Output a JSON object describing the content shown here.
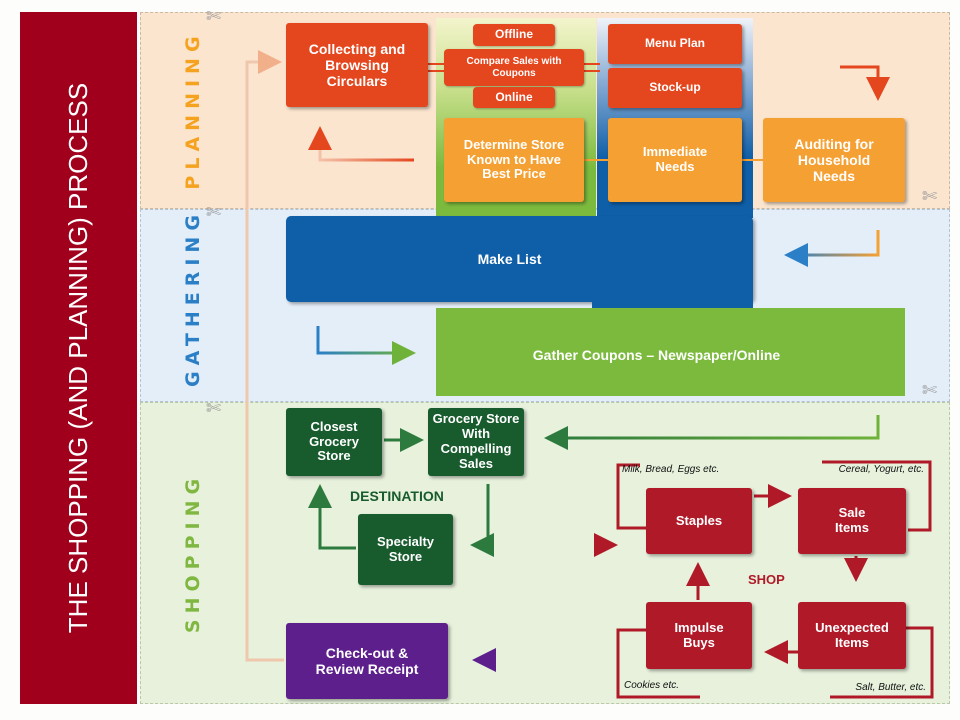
{
  "title": "THE SHOPPING (AND PLANNING) PROCESS",
  "colors": {
    "title_bar": "#a0001c",
    "planning_band": "#fbe5cf",
    "gathering_band": "#e4eef9",
    "shopping_band": "#e7f1dc",
    "planning_label": "#f5a21e",
    "gathering_label": "#2a7fc7",
    "shopping_label": "#7fb740",
    "orange_red": "#e4461e",
    "orange": "#f5a032",
    "blue": "#0f5fa8",
    "green_light": "#7cba3e",
    "green_dark": "#185c2e",
    "red": "#b01a28",
    "purple": "#5c1f8c"
  },
  "sections": {
    "planning": "PLANNING",
    "gathering": "GATHERING",
    "shopping": "SHOPPING"
  },
  "planning": {
    "collecting": "Collecting and Browsing Circulars",
    "offline": "Offline",
    "compare": "Compare Sales with Coupons",
    "online": "Online",
    "menu_plan": "Menu Plan",
    "stock_up": "Stock-up",
    "determine": "Determine Store Known to Have Best Price",
    "immediate": "Immediate Needs",
    "auditing": "Auditing for Household Needs"
  },
  "gathering": {
    "make_list": "Make List",
    "gather_coupons": "Gather Coupons – Newspaper/Online"
  },
  "shopping": {
    "closest": "Closest Grocery Store",
    "compelling": "Grocery Store With Compelling Sales",
    "specialty": "Specialty Store",
    "destination": "DESTINATION",
    "staples": "Staples",
    "sale_items": "Sale Items",
    "impulse": "Impulse Buys",
    "unexpected": "Unexpected Items",
    "shop": "SHOP",
    "checkout": "Check-out & Review Receipt",
    "note_staples": "Milk, Bread, Eggs etc.",
    "note_sale": "Cereal, Yogurt, etc.",
    "note_impulse": "Cookies etc.",
    "note_unexpected": "Salt, Butter, etc."
  }
}
